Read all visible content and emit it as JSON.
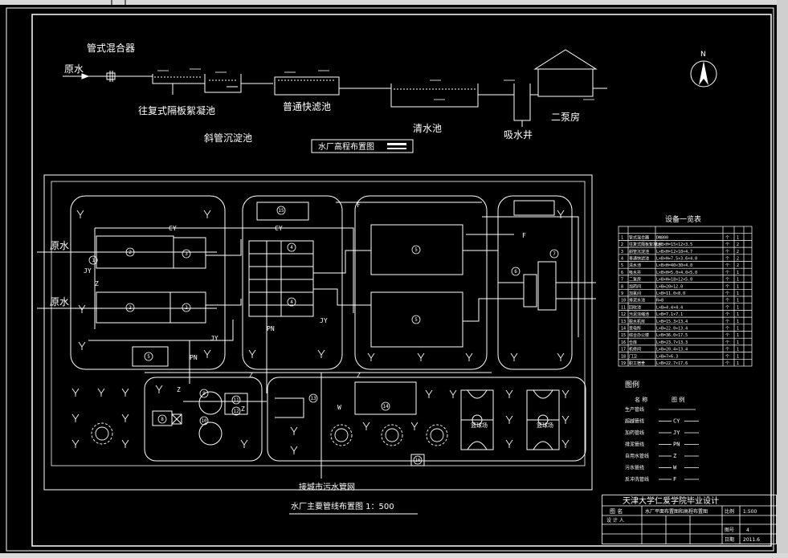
{
  "elevation": {
    "pipe_mixer": "管式混合器",
    "raw_water": "原水",
    "flocculation": "往复式隔板絮凝池",
    "sedimentation": "斜管沉淀池",
    "filter": "普通快滤池",
    "clear_well": "清水池",
    "suction_well": "吸水井",
    "pump_house": "二泵房",
    "title": "水厂高程布置图"
  },
  "plan": {
    "raw_water_1": "原水",
    "raw_water_2": "原水",
    "sewer": "接城市污水管网",
    "title": "水厂主要管线布置图  1：500",
    "pipe_labels": [
      "CY",
      "CY",
      "JY",
      "JY",
      "JY",
      "PN",
      "PN",
      "Z",
      "Z",
      "Z",
      "Z",
      "Z",
      "F",
      "F",
      "W"
    ],
    "circle_labels": [
      "1",
      "2",
      "3",
      "2",
      "2",
      "5",
      "15",
      "4",
      "4",
      "5",
      "5",
      "6",
      "7",
      "8",
      "9",
      "10",
      "11",
      "12",
      "13",
      "14",
      "16"
    ],
    "pool_labels": [
      "篮球场",
      "篮球场"
    ]
  },
  "equipment_table": {
    "title": "设备一览表",
    "rows": [
      [
        "1",
        "管式混合器",
        "DN800",
        "个",
        "1"
      ],
      [
        "2",
        "往复式隔板絮凝池",
        "L×B×H=15×12×3.5",
        "个",
        "2"
      ],
      [
        "3",
        "斜管沉淀池",
        "L×B×H=12×10×4.7",
        "个",
        "2"
      ],
      [
        "4",
        "普通快滤池",
        "L×B×H=7.5×3.6×4.0",
        "个",
        "2"
      ],
      [
        "5",
        "清水池",
        "L×B×H=40×30×4.0",
        "个",
        "2"
      ],
      [
        "6",
        "吸水井",
        "L×B×H=5.0×4.0×5.0",
        "个",
        "1"
      ],
      [
        "7",
        "二泵房",
        "L×B×H=18×12×5.0",
        "个",
        "1"
      ],
      [
        "8",
        "加药间",
        "L×B=20×12.0",
        "个",
        "1"
      ],
      [
        "9",
        "加氯间",
        "L×B=11.0×8.0",
        "个",
        "1"
      ],
      [
        "10",
        "排泥水池",
        "R=8",
        "个",
        "1"
      ],
      [
        "11",
        "回收池",
        "L×B=4.4×4.4",
        "个",
        "1"
      ],
      [
        "12",
        "污泥浓缩池",
        "L×B=7.1×7.1",
        "个",
        "1"
      ],
      [
        "13",
        "脱水机房",
        "L×B=15.3×13.4",
        "个",
        "1"
      ],
      [
        "14",
        "变电所",
        "L×B=22.0×13.4",
        "个",
        "1"
      ],
      [
        "15",
        "综合办公楼",
        "L×B=36.0×17.5",
        "个",
        "1"
      ],
      [
        "16",
        "仓库",
        "L×B=23.7×13.3",
        "个",
        "1"
      ],
      [
        "17",
        "机修间",
        "L×B=20.4×13.4",
        "个",
        "1"
      ],
      [
        "18",
        "门卫",
        "L×B=7×6.3",
        "个",
        "1"
      ],
      [
        "19",
        "职工宿舍",
        "L×B=22.7×17.6",
        "个",
        "1"
      ]
    ]
  },
  "legend": {
    "title": "图例",
    "col_name": "名  称",
    "col_symbol": "图  例",
    "rows": [
      {
        "name": "生产管线",
        "symbol": ""
      },
      {
        "name": "超越管线",
        "symbol": "CY"
      },
      {
        "name": "加药管线",
        "symbol": "JY"
      },
      {
        "name": "排泥管线",
        "symbol": "PN"
      },
      {
        "name": "自用水管线",
        "symbol": "Z"
      },
      {
        "name": "污水管线",
        "symbol": "W"
      },
      {
        "name": "反冲洗管线",
        "symbol": "F"
      }
    ]
  },
  "title_block": {
    "school": "天津大学仁爱学院毕业设计",
    "drawing_name_label": "图  名",
    "drawing_name": "水厂平面布置图和高程布置图",
    "scale_label": "比例",
    "scale": "1:500",
    "designer_label": "设 计 人",
    "sheet_label": "图号",
    "sheet": "4",
    "date_label": "日期",
    "date": "2011.6"
  },
  "colors": {
    "background": "#000000",
    "line": "#ffffff",
    "frame": "#ffffff"
  }
}
